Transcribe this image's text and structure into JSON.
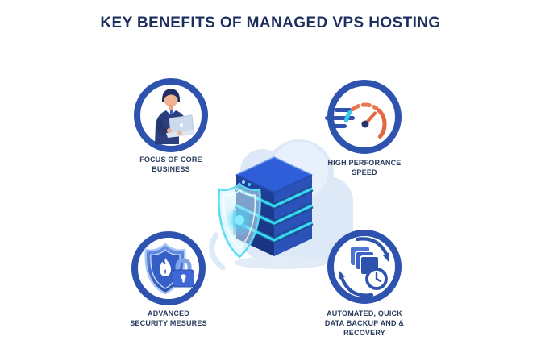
{
  "title": "KEY BENEFITS OF MANAGED VPS HOSTING",
  "benefits": [
    {
      "name": "focus-on-core-business",
      "icon": "businessman-laptop-icon",
      "lines": [
        "FOCUS OF CORE",
        "BUSINESS"
      ]
    },
    {
      "name": "high-performance-speed",
      "icon": "speedometer-icon",
      "lines": [
        "HIGH PERFORANCE",
        "SPEED"
      ]
    },
    {
      "name": "advanced-security-measures",
      "icon": "shield-lock-icon",
      "lines": [
        "ADVANCED",
        "SECURITY MESURES"
      ]
    },
    {
      "name": "automated-backup-recovery",
      "icon": "backup-clock-icon",
      "lines": [
        "AUTOMATED, QUICK",
        "DATA BACKUP AND &",
        "RECOVERY"
      ]
    }
  ],
  "center_illustration": {
    "name": "vps-server-with-cloud-and-shield",
    "elements": [
      "cloud",
      "isometric-server-stack",
      "glowing-security-shield",
      "server-shadow"
    ]
  },
  "colors": {
    "ring_blue": "#2d53ae",
    "title_navy": "#1c2f5e",
    "label_navy": "#2b3c5e",
    "accent_cyan": "#39d9f7",
    "accent_orange": "#e4673f",
    "cloud_blue": "#dde9f7",
    "server_left_face": "#1d3d97",
    "server_right_face": "#2a52b8",
    "server_top_face": "#2f5ed8"
  }
}
